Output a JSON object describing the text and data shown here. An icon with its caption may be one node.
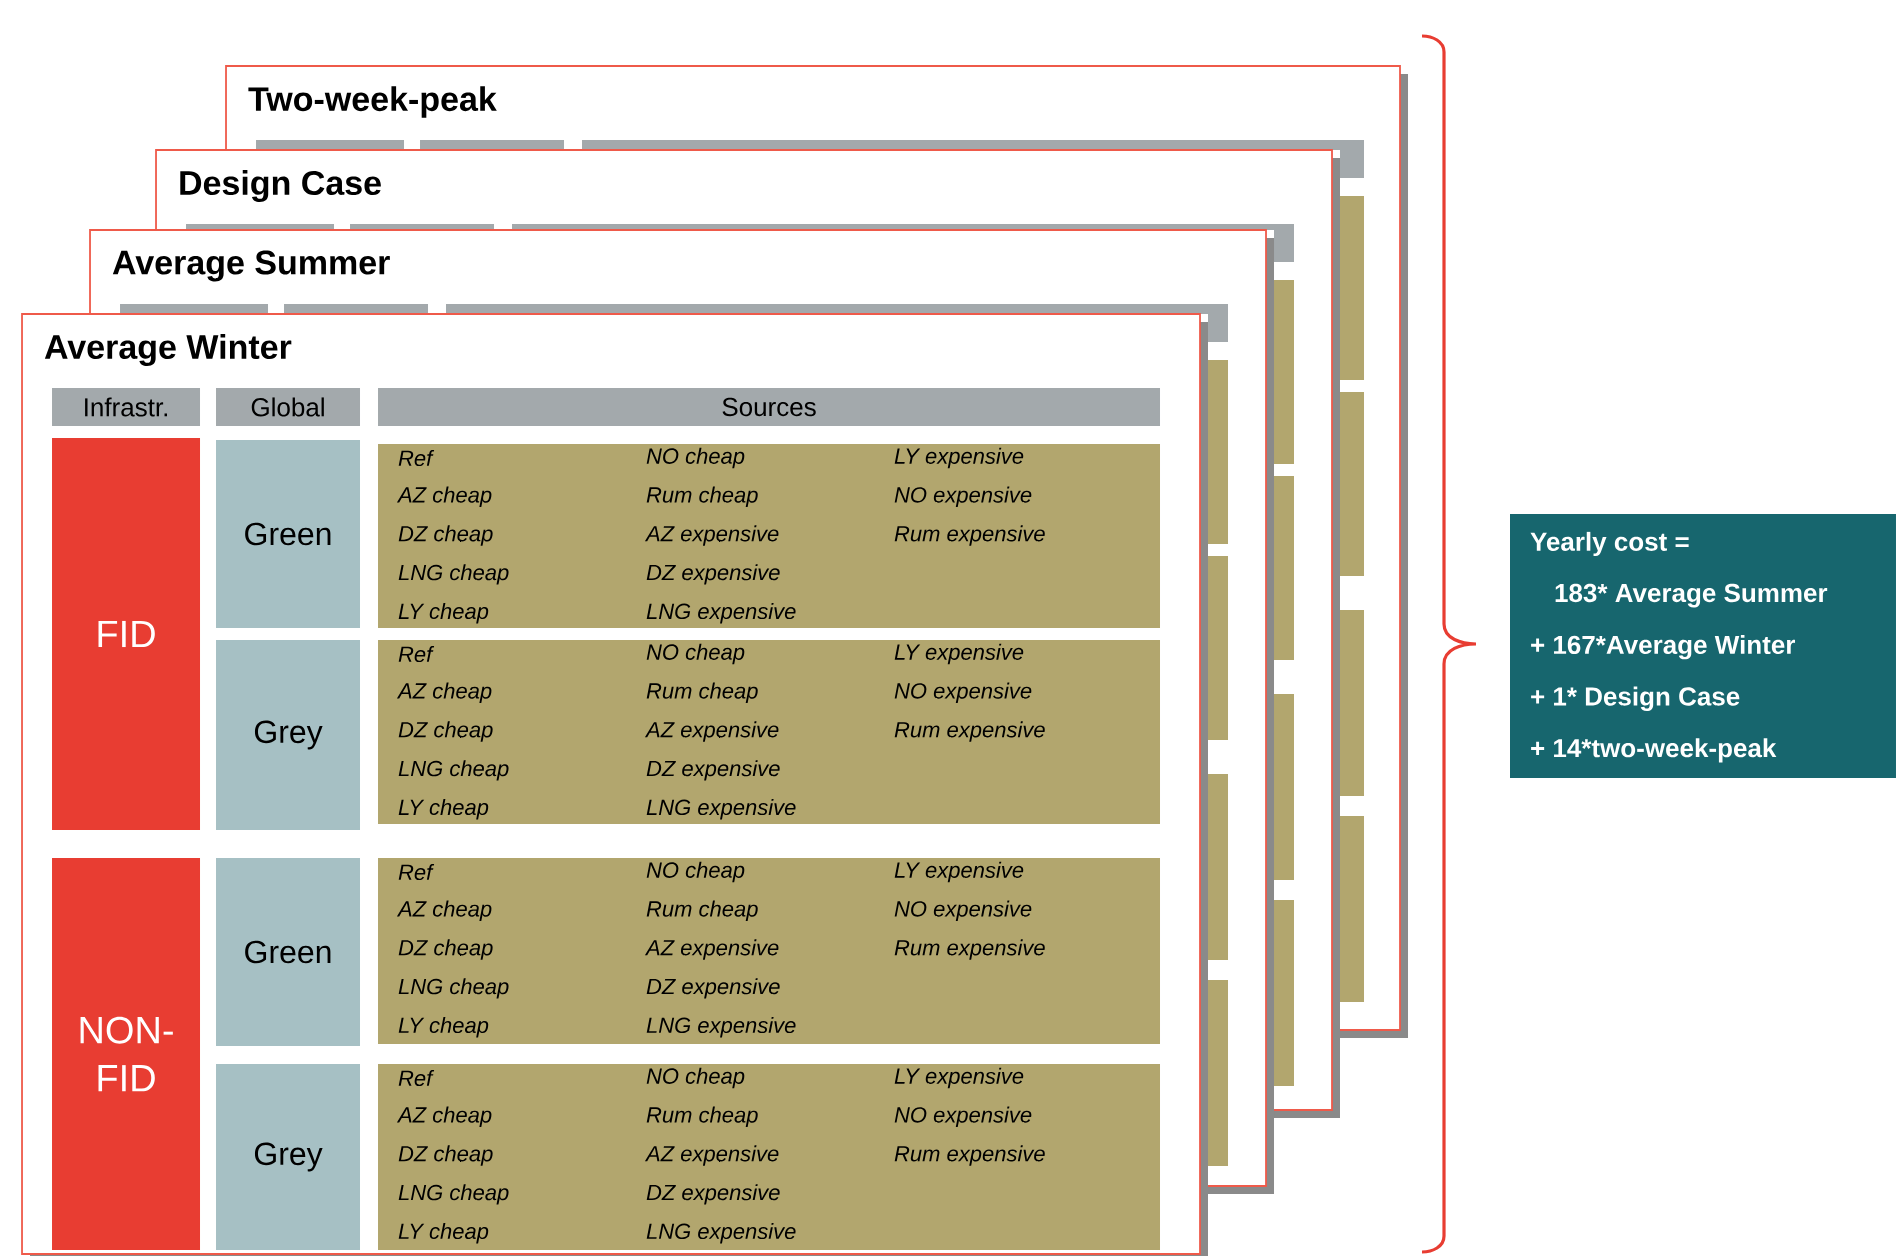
{
  "diagram": {
    "nodes": [
      {
        "text": [
          "Two-week-peak"
        ]
      },
      {
        "text": [
          "Design Case"
        ]
      },
      {
        "text": [
          "Average Summer"
        ]
      },
      {
        "text": [
          "Average Winter"
        ]
      },
      {
        "text": [
          "Infrastr."
        ],
        "in": 3
      },
      {
        "text": [
          "Global"
        ]
      },
      {
        "text": [
          "Sources"
        ]
      },
      {
        "text": [
          "FID"
        ],
        "in": 3
      },
      {
        "text": [
          "Green"
        ]
      },
      {
        "text": [
          "Ref",
          "AZ cheap",
          "DZ cheap",
          "LNG cheap",
          "LY cheap",
          "NO cheap",
          "Rum cheap",
          "AZ expensive",
          "DZ expensive",
          "LNG expensive",
          "LY expensive",
          "NO expensive",
          "Rum expensive"
        ]
      },
      {
        "text": [
          "Grey"
        ]
      },
      {
        "text": [
          "Ref",
          "AZ cheap",
          "DZ cheap",
          "LNG cheap",
          "LY cheap",
          "NO cheap",
          "Rum cheap",
          "AZ expensive",
          "DZ expensive",
          "LNG expensive",
          "LY expensive",
          "NO expensive",
          "Rum expensive"
        ]
      },
      {
        "text": [
          "NON-FID"
        ],
        "in": 3
      },
      {
        "text": [
          "Green"
        ]
      },
      {
        "text": [
          "Ref",
          "AZ cheap",
          "DZ cheap",
          "LNG cheap",
          "LY cheap",
          "NO cheap",
          "Rum cheap",
          "AZ expensive",
          "DZ expensive",
          "LNG expensive",
          "LY expensive",
          "NO expensive",
          "Rum expensive"
        ]
      },
      {
        "text": [
          "Grey"
        ],
        "in": 3
      },
      {
        "text": [
          "Ref",
          "AZ cheap",
          "DZ cheap",
          "LNG cheap",
          "LY cheap",
          "NO cheap",
          "Rum cheap",
          "AZ expensive",
          "DZ expensive",
          "LNG expensive",
          "LY expensive",
          "NO expensive",
          "Rum expensive"
        ],
        "in": 3
      },
      {
        "text": [
          "Yearly cost =",
          "183* Average Summer",
          "+ 167*Average Winter",
          "+ 1* Design Case",
          "+ 14*two-week-peak"
        ]
      }
    ]
  }
}
